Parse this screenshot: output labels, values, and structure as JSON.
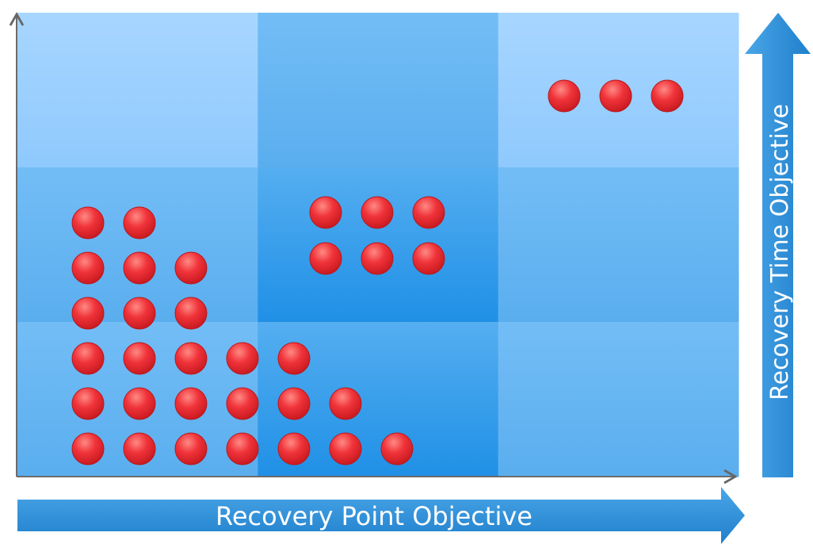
{
  "x_arrow": {
    "label": "Recovery Point Objective"
  },
  "y_arrow": {
    "label": "Recovery Time Objective"
  },
  "colors": {
    "background": "#ffffff",
    "cell_light": "#99ceff",
    "cell_mid": "#66b8f4",
    "cell_center": "#3da3ed",
    "arrow": "#2c8fd7",
    "dot": "#e3262c"
  },
  "grid": {
    "rows": 3,
    "cols": 3,
    "cells": [
      [
        "cell_light",
        "cell_mid",
        "cell_light"
      ],
      [
        "cell_mid",
        "cell_center",
        "cell_mid"
      ],
      [
        "cell_mid",
        "cell_center",
        "cell_mid"
      ]
    ]
  },
  "dot_groups": [
    {
      "region": "top-right",
      "rows": [
        3
      ]
    },
    {
      "region": "middle-center",
      "rows": [
        3,
        3
      ]
    },
    {
      "region": "lower-left",
      "rows": [
        2,
        3,
        3,
        5,
        6,
        7
      ]
    }
  ]
}
